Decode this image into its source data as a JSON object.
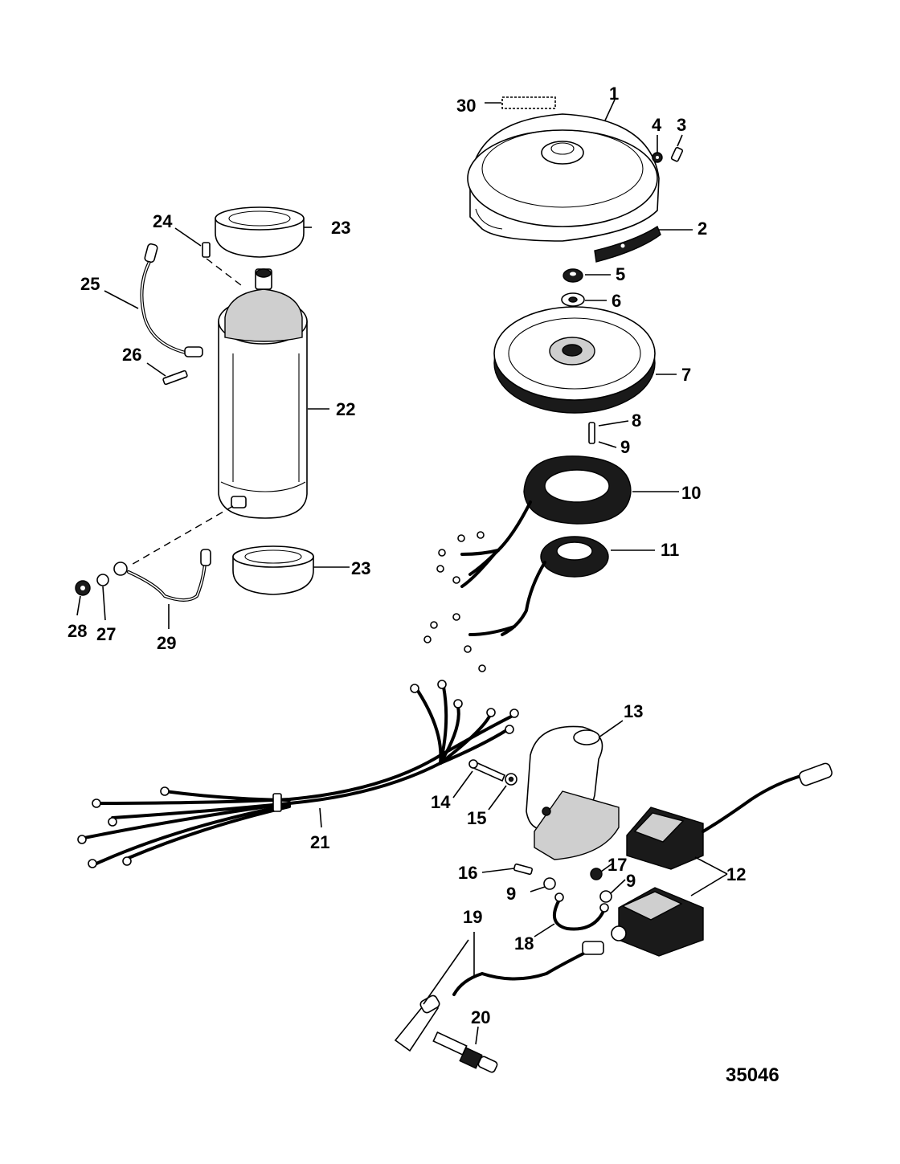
{
  "figure_number": "35046",
  "callouts": {
    "c1": "1",
    "c2": "2",
    "c3": "3",
    "c4": "4",
    "c5": "5",
    "c6": "6",
    "c7": "7",
    "c8": "8",
    "c9a": "9",
    "c10": "10",
    "c11": "11",
    "c12": "12",
    "c13": "13",
    "c14": "14",
    "c15": "15",
    "c16": "16",
    "c17": "17",
    "c9b": "9",
    "c9c": "9",
    "c18": "18",
    "c19": "19",
    "c20": "20",
    "c21": "21",
    "c22": "22",
    "c23a": "23",
    "c23b": "23",
    "c24": "24",
    "c25": "25",
    "c26": "26",
    "c27": "27",
    "c28": "28",
    "c29": "29",
    "c30": "30"
  }
}
